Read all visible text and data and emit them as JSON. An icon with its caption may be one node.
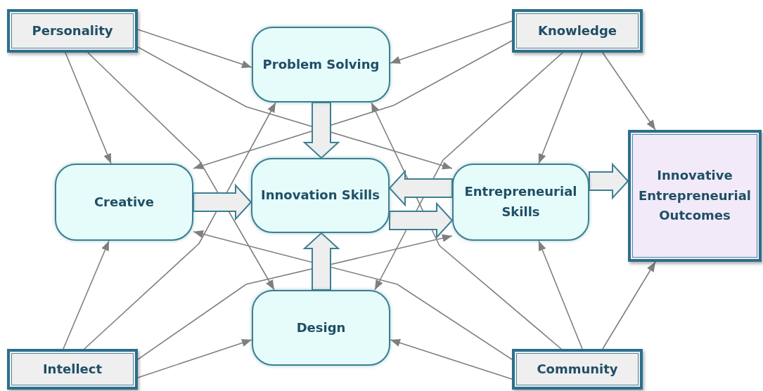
{
  "diagram": {
    "nodes": [
      {
        "text": [
          "Personality"
        ]
      },
      {
        "text": [
          "Knowledge"
        ]
      },
      {
        "text": [
          "Problem Solving"
        ]
      },
      {
        "text": [
          "Creative"
        ]
      },
      {
        "text": [
          "Innovation Skills"
        ]
      },
      {
        "text": [
          "Entrepreneurial Skills"
        ]
      },
      {
        "text": [
          "Innovative Entrepreneurial Outcomes"
        ]
      },
      {
        "text": [
          "Design"
        ]
      },
      {
        "text": [
          "Intellect"
        ]
      },
      {
        "text": [
          "Community"
        ]
      }
    ],
    "edges": [
      {
        "from": 0,
        "to": 2,
        "arrow": "to"
      },
      {
        "from": 0,
        "to": 5,
        "arrow": "to"
      },
      {
        "from": 0,
        "to": 3,
        "arrow": "to"
      },
      {
        "from": 0,
        "to": 7,
        "arrow": "to"
      },
      {
        "from": 1,
        "to": 2,
        "arrow": "to"
      },
      {
        "from": 1,
        "to": 3,
        "arrow": "to"
      },
      {
        "from": 1,
        "to": 7,
        "arrow": "to"
      },
      {
        "from": 1,
        "to": 5,
        "arrow": "to"
      },
      {
        "from": 1,
        "to": 6,
        "arrow": "to"
      },
      {
        "from": 8,
        "to": 3,
        "arrow": "to"
      },
      {
        "from": 8,
        "to": 2,
        "arrow": "to"
      },
      {
        "from": 8,
        "to": 7,
        "arrow": "to"
      },
      {
        "from": 8,
        "to": 5,
        "arrow": "to"
      },
      {
        "from": 9,
        "to": 7,
        "arrow": "to"
      },
      {
        "from": 9,
        "to": 3,
        "arrow": "to"
      },
      {
        "from": 9,
        "to": 5,
        "arrow": "to"
      },
      {
        "from": 9,
        "to": 6,
        "arrow": "to"
      },
      {
        "from": 9,
        "to": 2,
        "arrow": "to"
      },
      {
        "from": 2,
        "to": 4,
        "arrow": "to",
        "style": "thick"
      },
      {
        "from": 3,
        "to": 4,
        "arrow": "to",
        "style": "thick"
      },
      {
        "from": 5,
        "to": 4,
        "arrow": "to",
        "style": "thick"
      },
      {
        "from": 4,
        "to": 5,
        "arrow": "to",
        "style": "thick"
      },
      {
        "from": 7,
        "to": 4,
        "arrow": "to",
        "style": "thick"
      },
      {
        "from": 5,
        "to": 6,
        "arrow": "to",
        "style": "thick"
      }
    ]
  }
}
